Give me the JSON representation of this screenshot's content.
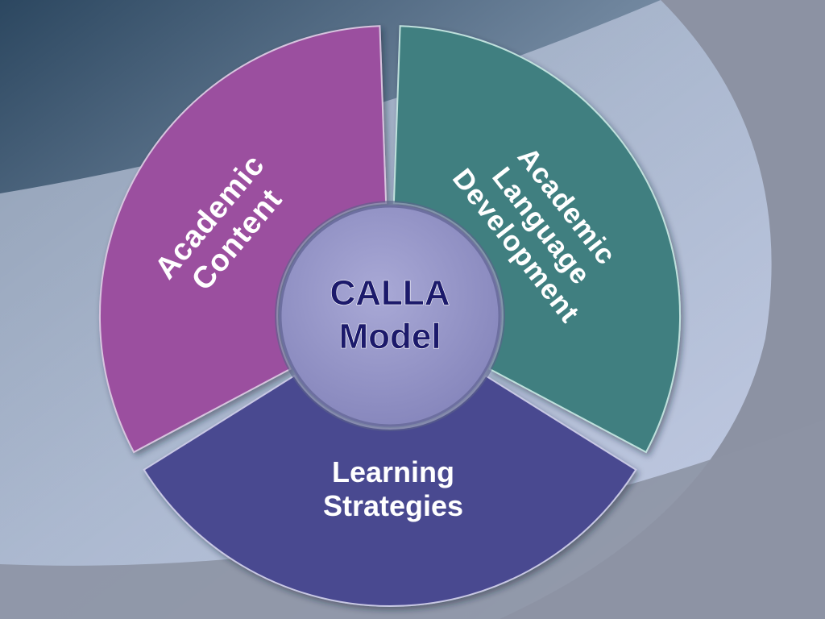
{
  "diagram": {
    "center": {
      "line1": "CALLA",
      "line2": "Model",
      "fill": "#9a9ac8",
      "text_color": "#1c1a6b"
    },
    "segments": [
      {
        "id": "academic-content",
        "lines": [
          "Academic",
          "Content"
        ],
        "fill": "#9b4f9f"
      },
      {
        "id": "academic-language-development",
        "lines": [
          "Academic",
          "Language",
          "Development"
        ],
        "fill": "#3f7f80"
      },
      {
        "id": "learning-strategies",
        "lines": [
          "Learning",
          "Strategies"
        ],
        "fill": "#4a4890"
      }
    ]
  },
  "colors": {
    "background_dark": "#2d4a62",
    "background_light": "#b9c4dc",
    "swoosh_light": "#d4daf0",
    "swoosh_gray": "#8d93a4"
  }
}
